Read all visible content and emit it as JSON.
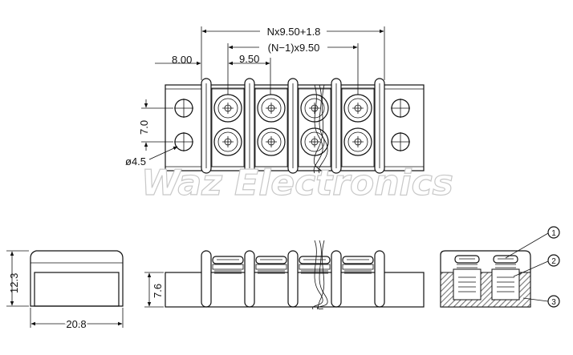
{
  "colors": {
    "line": "#111111",
    "background": "#ffffff",
    "hatch": "#777777",
    "watermark_outline": "#c8c8c8"
  },
  "watermark": "Waz Electronics",
  "dimensions": {
    "overall_length": "Nx9.50+1.8",
    "span": "(N−1)x9.50",
    "end_offset": "8.00",
    "pitch": "9.50",
    "row_spacing": "7.0",
    "hole_diameter": "ø4.5",
    "height": "12.3",
    "depth": "20.8",
    "barrier_height": "7.6"
  },
  "callouts": [
    "1",
    "2",
    "3"
  ]
}
